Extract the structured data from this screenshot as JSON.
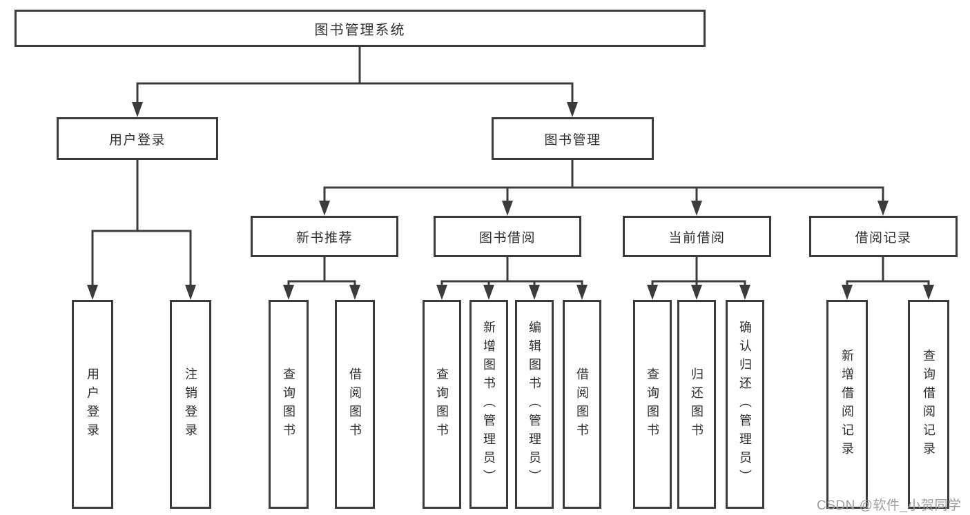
{
  "diagram": {
    "root": {
      "label": "图书管理系统",
      "children": [
        {
          "label": "用户登录",
          "children": [
            {
              "label": "用户登录"
            },
            {
              "label": "注销登录"
            }
          ]
        },
        {
          "label": "图书管理",
          "children": [
            {
              "label": "新书推荐",
              "children": [
                {
                  "label": "查询图书"
                },
                {
                  "label": "借阅图书"
                }
              ]
            },
            {
              "label": "图书借阅",
              "children": [
                {
                  "label": "查询图书"
                },
                {
                  "label": "新增图书（管理员）"
                },
                {
                  "label": "编辑图书（管理员）"
                },
                {
                  "label": "借阅图书"
                }
              ]
            },
            {
              "label": "当前借阅",
              "children": [
                {
                  "label": "查询图书"
                },
                {
                  "label": "归还图书"
                },
                {
                  "label": "确认归还（管理员）"
                }
              ]
            },
            {
              "label": "借阅记录",
              "children": [
                {
                  "label": "新增借阅记录"
                },
                {
                  "label": "查询借阅记录"
                }
              ]
            }
          ]
        }
      ]
    },
    "colors": {
      "line": "#3b3b3d",
      "text": "#2f2f31",
      "box_background": "#ffffff",
      "watermark": "#9e9ea2"
    }
  },
  "watermark": {
    "text": "CSDN @软件_小贺同学"
  }
}
